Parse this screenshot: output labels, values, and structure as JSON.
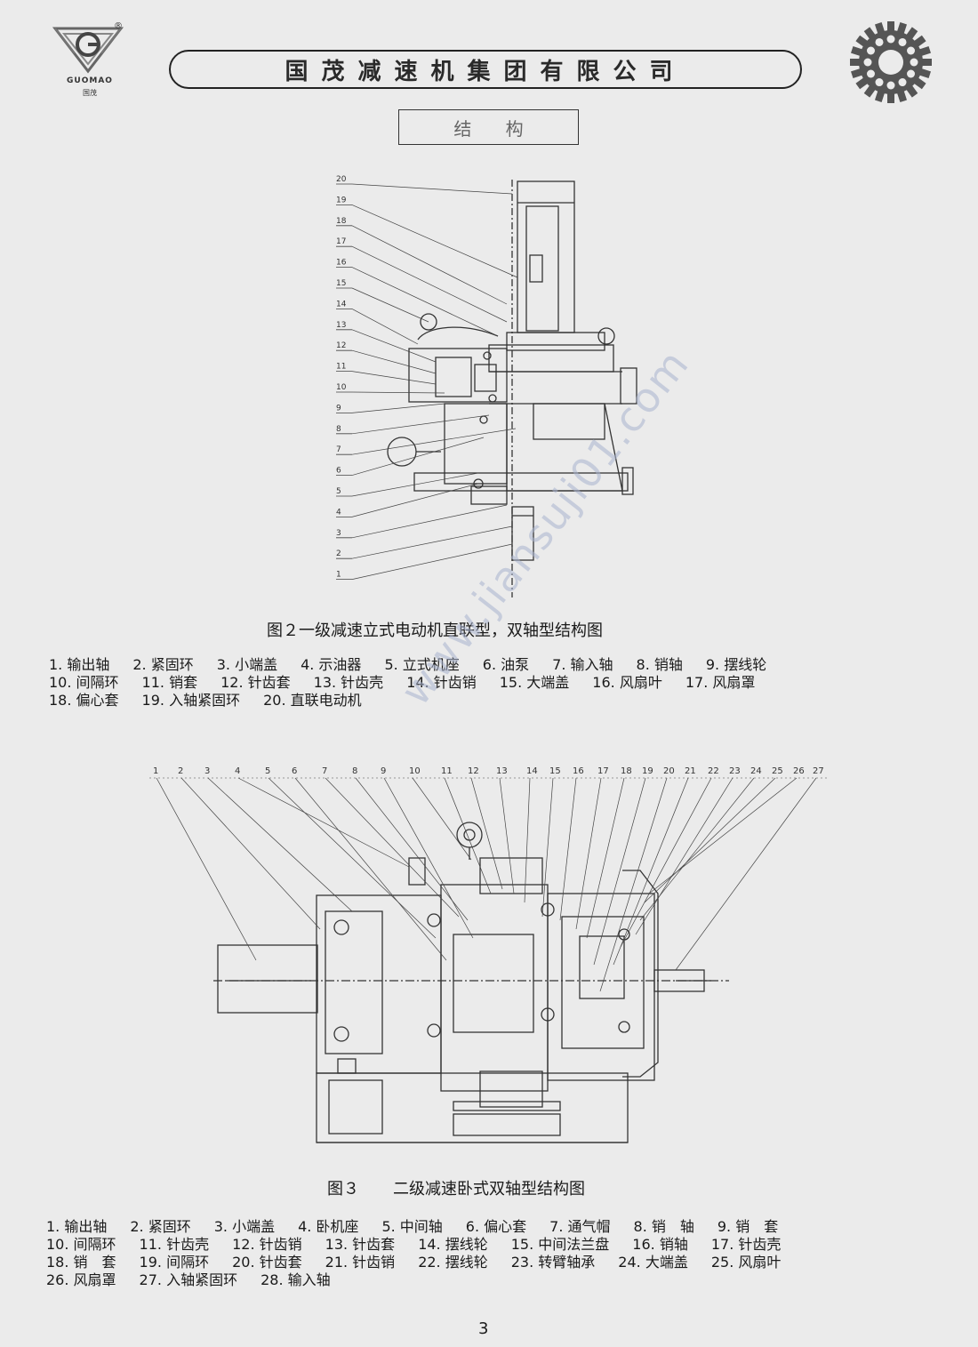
{
  "header": {
    "brand_en": "GUOMAO",
    "brand_cn": "国茂",
    "registered_mark": "®",
    "company_name": "国茂减速机集团有限公司",
    "logo_icon": "guomao-logo-icon",
    "gear_icon": "gear-icon"
  },
  "section_title": "结 构",
  "figure2": {
    "caption": "图２一级减速立式电动机直联型，双轴型结构图",
    "callouts": [
      "20",
      "19",
      "18",
      "17",
      "16",
      "15",
      "14",
      "13",
      "12",
      "11",
      "10",
      "9",
      "8",
      "7",
      "6",
      "5",
      "4",
      "3",
      "2",
      "1"
    ],
    "legend_rows": [
      [
        "1. 输出轴",
        "2. 紧固环",
        "3. 小端盖",
        "4. 示油器",
        "5. 立式机座",
        "6. 油泵",
        "7. 输入轴",
        "8. 销轴",
        "9. 摆线轮"
      ],
      [
        "10. 间隔环",
        "11. 销套",
        "12. 针齿套",
        "13. 针齿壳",
        "14. 针齿销",
        "15. 大端盖",
        "16. 风扇叶",
        "17. 风扇罩"
      ],
      [
        "18. 偏心套",
        "19. 入轴紧固环",
        "20. 直联电动机"
      ]
    ]
  },
  "figure3": {
    "caption_num": "图３",
    "caption_text": "二级减速卧式双轴型结构图",
    "callouts": [
      "1",
      "2",
      "3",
      "4",
      "5",
      "6",
      "7",
      "8",
      "9",
      "10",
      "11",
      "12",
      "13",
      "14",
      "15",
      "16",
      "17",
      "18",
      "19",
      "20",
      "21",
      "22",
      "23",
      "24",
      "25",
      "26",
      "27"
    ],
    "legend_rows": [
      [
        "1. 输出轴",
        "2. 紧固环",
        "3. 小端盖",
        "4. 卧机座",
        "5. 中间轴",
        "6. 偏心套",
        "7. 通气帽",
        "8. 销　轴",
        "9. 销　套"
      ],
      [
        "10. 间隔环",
        "11. 针齿壳",
        "12. 针齿销",
        "13. 针齿套",
        "14. 摆线轮",
        "15. 中间法兰盘",
        "16. 销轴",
        "17. 针齿壳"
      ],
      [
        "18. 销　套",
        "19. 间隔环",
        "20. 针齿套",
        "21. 针齿销",
        "22. 摆线轮",
        "23. 转臂轴承",
        "24. 大端盖",
        "25. 风扇叶"
      ],
      [
        "26. 风扇罩",
        "27. 入轴紧固环",
        "28. 输入轴"
      ]
    ]
  },
  "watermark": "www.jiansuji01.com",
  "page_number": "3"
}
